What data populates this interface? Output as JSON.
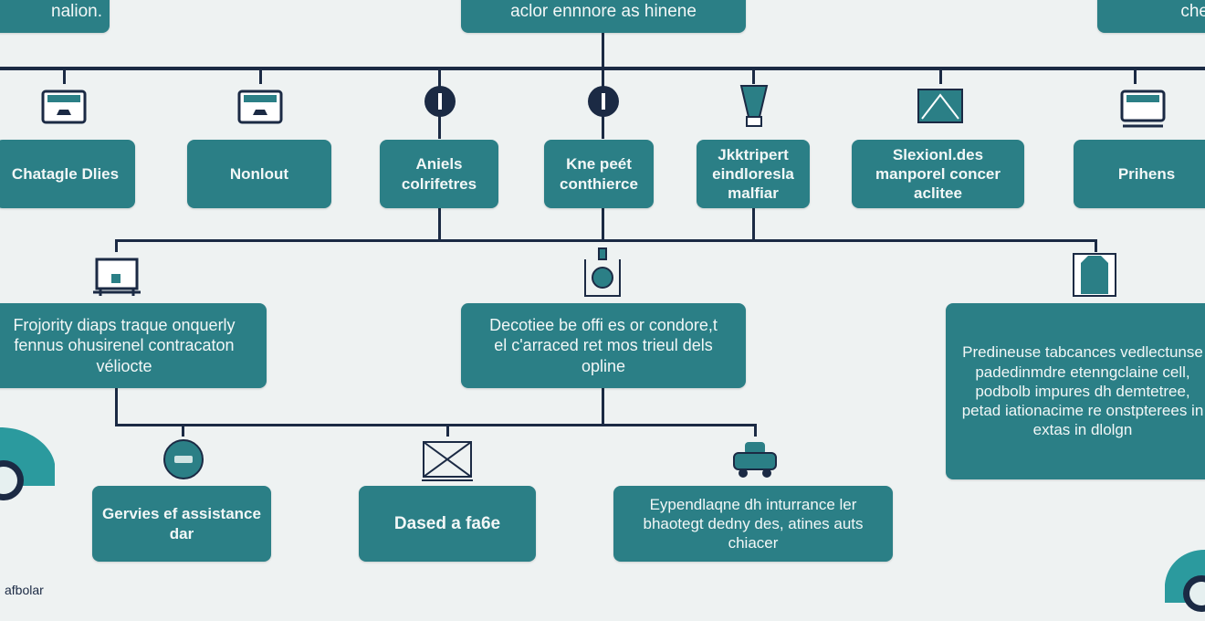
{
  "top": {
    "left": "nalion.",
    "center": "aclor ennnore as hinene",
    "right": "che"
  },
  "row1": [
    "Chatagle Dlies",
    "Nonlout",
    "Aniels colrifetres",
    "Kne peét conthierce",
    "Jkktripert eindloresla malfiar",
    "Slexionl.des manporel concer aclitee",
    "Prihens"
  ],
  "row2": [
    "Frojority diaps traque onquerly fennus ohusirenel contracaton véliocte",
    "Decotiee be offi es or condore,t el c'arraced ret mos trieul dels opline",
    "Predineuse tabcances vedlectunse padedinmdre etenngclaine cell, podbolb impures dh demtetree, petad iationacime re onstpterees in extas in dlolgn"
  ],
  "row3": [
    "Gervies ef assistance dar",
    "Dased a fa6e",
    "Eypendlaqne dh inturrance ler bhaotegt dedny des, atines auts chiacer"
  ],
  "footer": "afbolar",
  "colors": {
    "teal": "#2b7f86",
    "line": "#1b2a44",
    "background": "#eef2f2"
  }
}
